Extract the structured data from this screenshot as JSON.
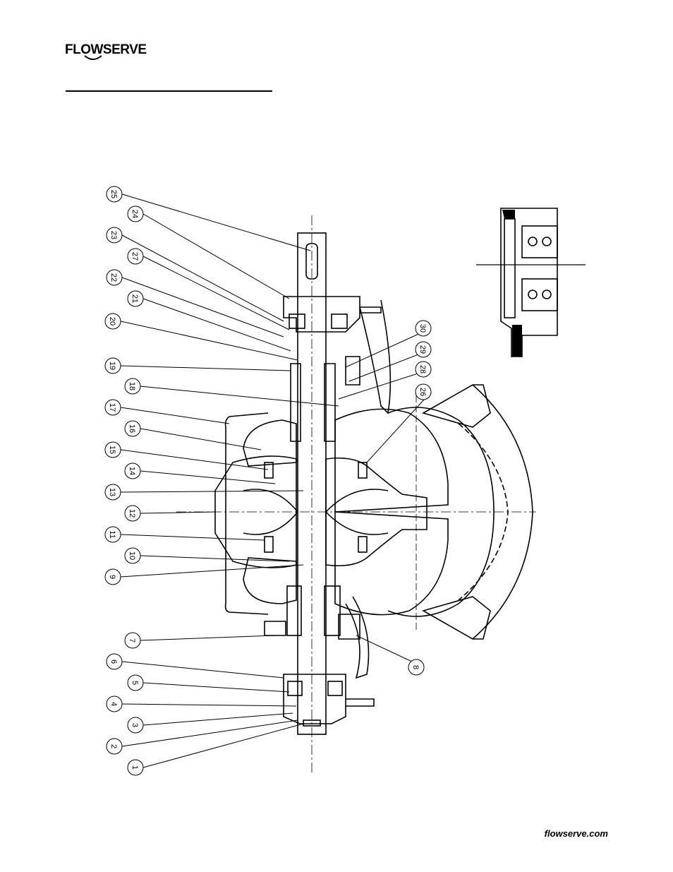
{
  "header": {
    "brand": "FLOWSERVE"
  },
  "figure": {
    "callouts": [
      "1",
      "2",
      "3",
      "4",
      "5",
      "6",
      "7",
      "8",
      "9",
      "10",
      "11",
      "12",
      "13",
      "14",
      "15",
      "16",
      "17",
      "18",
      "19",
      "20",
      "21",
      "22",
      "23",
      "24",
      "25",
      "26",
      "27",
      "28",
      "29",
      "30"
    ]
  },
  "footer": {
    "website": "flowserve.com"
  }
}
